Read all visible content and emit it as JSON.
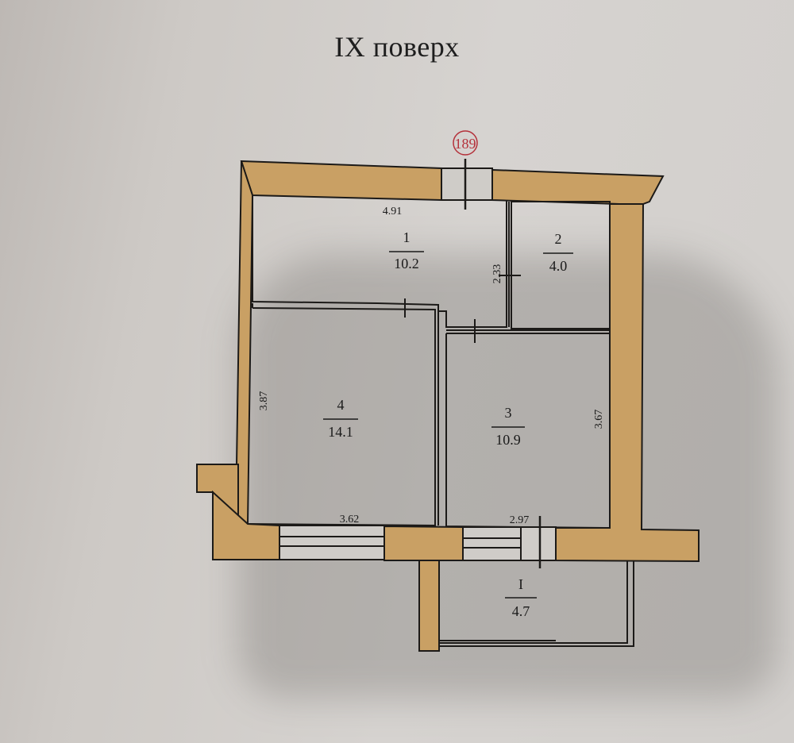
{
  "title": "IX поверх",
  "apartment_number": "189",
  "colors": {
    "wall": "#c9a064",
    "wall_stroke": "#1c1a18",
    "floor": "#cfccc8",
    "stamp": "#b4303a",
    "paper": "#d2cfcc"
  },
  "rooms": [
    {
      "number": "1",
      "area": "10.2"
    },
    {
      "number": "2",
      "area": "4.0"
    },
    {
      "number": "3",
      "area": "10.9"
    },
    {
      "number": "4",
      "area": "14.1"
    }
  ],
  "balcony": {
    "number": "I",
    "area": "4.7"
  },
  "dimensions": {
    "room1_width": "4.91",
    "room1_2_height": "2.33",
    "room4_height": "3.87",
    "room3_height": "3.67",
    "room4_width": "3.62",
    "room3_width": "2.97"
  }
}
